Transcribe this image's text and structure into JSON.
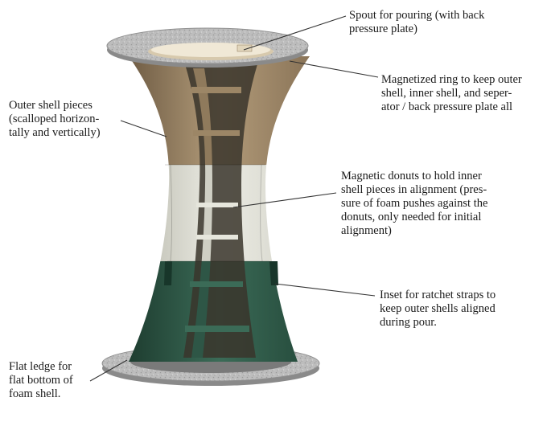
{
  "annotations": {
    "spout": "Spout for pouring (with back\npressure plate)",
    "magnetized_ring": "Magnetized ring to keep outer\nshell, inner shell, and seper-\nator / back pressure plate all",
    "outer_shell": "Outer shell pieces\n(scalloped horizon-\ntally and vertically)",
    "magnetic_donuts": "Magnetic donuts to hold inner\nshell pieces in alignment (pres-\nsure of foam pushes against the\ndonuts, only needed for initial\nalignment)",
    "inset_straps": "Inset for ratchet straps to\nkeep outer shells aligned\nduring pour.",
    "flat_ledge": "Flat ledge for\nflat bottom of\nfoam shell."
  },
  "colors": {
    "ring": "#b9b9b9",
    "tan": "#a08a6a",
    "cream": "#ddddd2",
    "green": "#2f5a48"
  }
}
